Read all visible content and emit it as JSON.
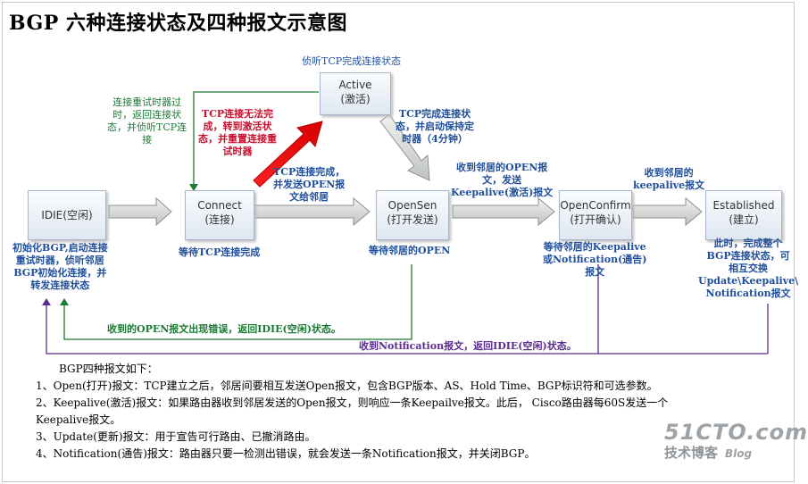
{
  "title": "BGP 六种连接状态及四种报文示意图",
  "states": {
    "idle": {
      "name": "IDIE(空闲)",
      "sub": ""
    },
    "connect": {
      "name": "Connect",
      "sub": "(连接)"
    },
    "active": {
      "name": "Active",
      "sub": "(激活)"
    },
    "opensent": {
      "name": "OpenSen",
      "sub": "(打开发送)"
    },
    "openconfirm": {
      "name": "OpenConfirm",
      "sub": "(打开确认)"
    },
    "established": {
      "name": "Established",
      "sub": "(建立)"
    }
  },
  "labels": {
    "active_top": "侦听TCP完成连接状态",
    "retry": [
      "连接重试时器过",
      "时，返回连接状",
      "态，并侦听TCP连",
      "接"
    ],
    "tcp_fail": [
      "TCP连接无法完",
      "成，转到激活状",
      "态，并重置连接重",
      "试时器"
    ],
    "tcp_done_active": [
      "TCP完成连接状",
      "态，并启动保持定",
      "时器（4分钟）"
    ],
    "tcp_done_connect": [
      "TCP连接完成，",
      "并发送OPEN报",
      "文给邻居"
    ],
    "recv_open": [
      "收到邻居的OPEN报",
      "文，发送",
      "Keepalive(激活)报文"
    ],
    "recv_keepalive": [
      "收到邻居的",
      "keepalive报文"
    ],
    "idle_below": [
      "初始化BGP,启动连接",
      "重试时器，侦听邻居",
      "BGP初始化连接，并",
      "转发连接状态"
    ],
    "connect_below": "等待TCP连接完成",
    "opensent_below": "等待邻居的OPEN",
    "openconfirm_below": [
      "等待邻居的Keepalive",
      "或Notification(通告)",
      "报文"
    ],
    "established_below": [
      "此时，完成整个",
      "BGP连接状态，可",
      "相互交换",
      "Update\\Keepalive\\",
      "Notification报文"
    ],
    "open_error": "收到的OPEN报文出现错误，返回IDIE(空闲)状态。",
    "notification_back": "收到Notification报文，返回IDIE(空闲)状态。"
  },
  "messages": {
    "heading": "BGP四种报文如下：",
    "lines": [
      "1、Open(打开)报文：TCP建立之后，邻居间要相互发送Open报文，包含BGP版本、AS、Hold Time、BGP标识符和可选参数。",
      "2、Keepalive(激活)报文：如果路由器收到邻居发送的Open报文，则响应一条Keepailve报文。此后， Cisco路由器每60S发送一个",
      "Keepalive报文。",
      "3、Update(更新)报文：用于宣告可行路由、已撤消路由。",
      "4、Notification(通告)报文：路由器只要一检测出错误，就会发送一条Notification报文，并关闭BGP。"
    ]
  },
  "watermark": {
    "site": "51CTO.com",
    "sub": "技术博客",
    "blog": "Blog"
  },
  "colors": {
    "blue": "#1f4e9a",
    "green": "#1b7a34",
    "red": "#c8102e",
    "purple": "#5b2c8e",
    "gray_arrow": "#c9ccc9"
  }
}
